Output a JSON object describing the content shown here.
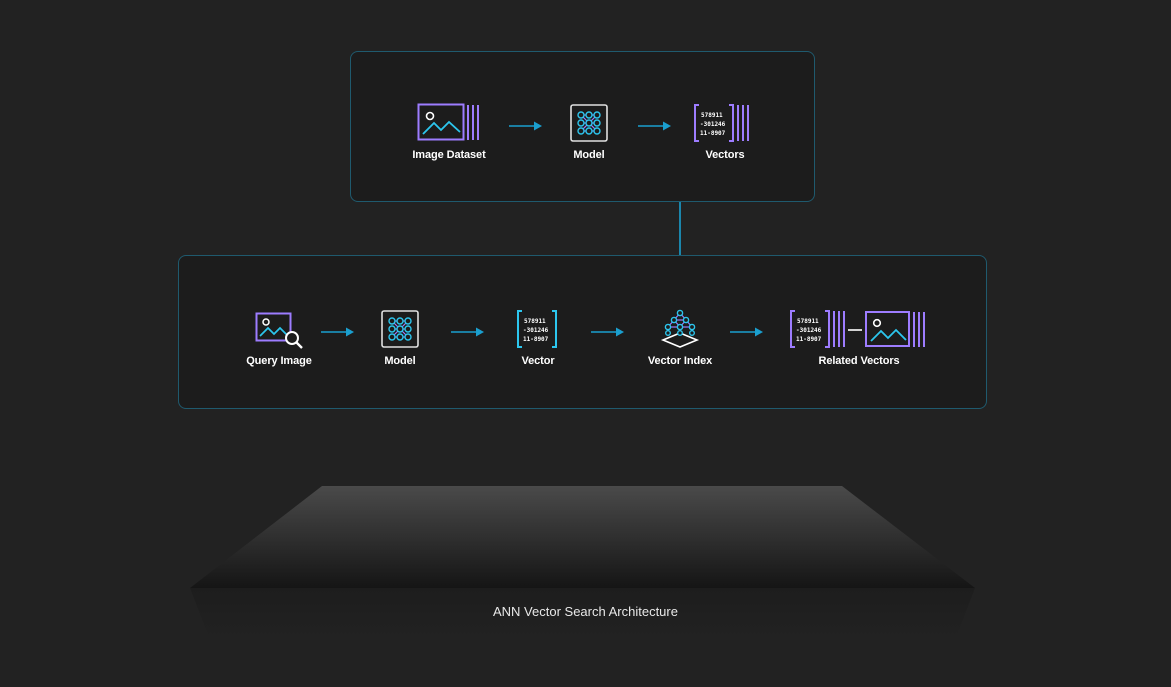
{
  "top_pipeline": {
    "image_dataset": "Image Dataset",
    "model": "Model",
    "vectors": "Vectors"
  },
  "bottom_pipeline": {
    "query_image": "Query Image",
    "model": "Model",
    "vector": "Vector",
    "vector_index": "Vector Index",
    "related_vectors": "Related Vectors"
  },
  "vector_rows": [
    "578911",
    "-301246",
    "11-8907"
  ],
  "caption": "ANN Vector Search Architecture",
  "colors": {
    "background": "#222222",
    "panel_border": "#1f5a6e",
    "arrow": "#1a9fcf",
    "icon_purple": "#9d7cff",
    "icon_cyan": "#2cc6ee"
  },
  "icons": {
    "image_dataset": "image-stack-icon",
    "model": "neural-network-icon",
    "vectors": "vector-stack-icon",
    "query_image": "image-search-icon",
    "vector": "vector-icon",
    "vector_index": "graph-index-icon",
    "related_vectors": "related-vectors-icon"
  }
}
